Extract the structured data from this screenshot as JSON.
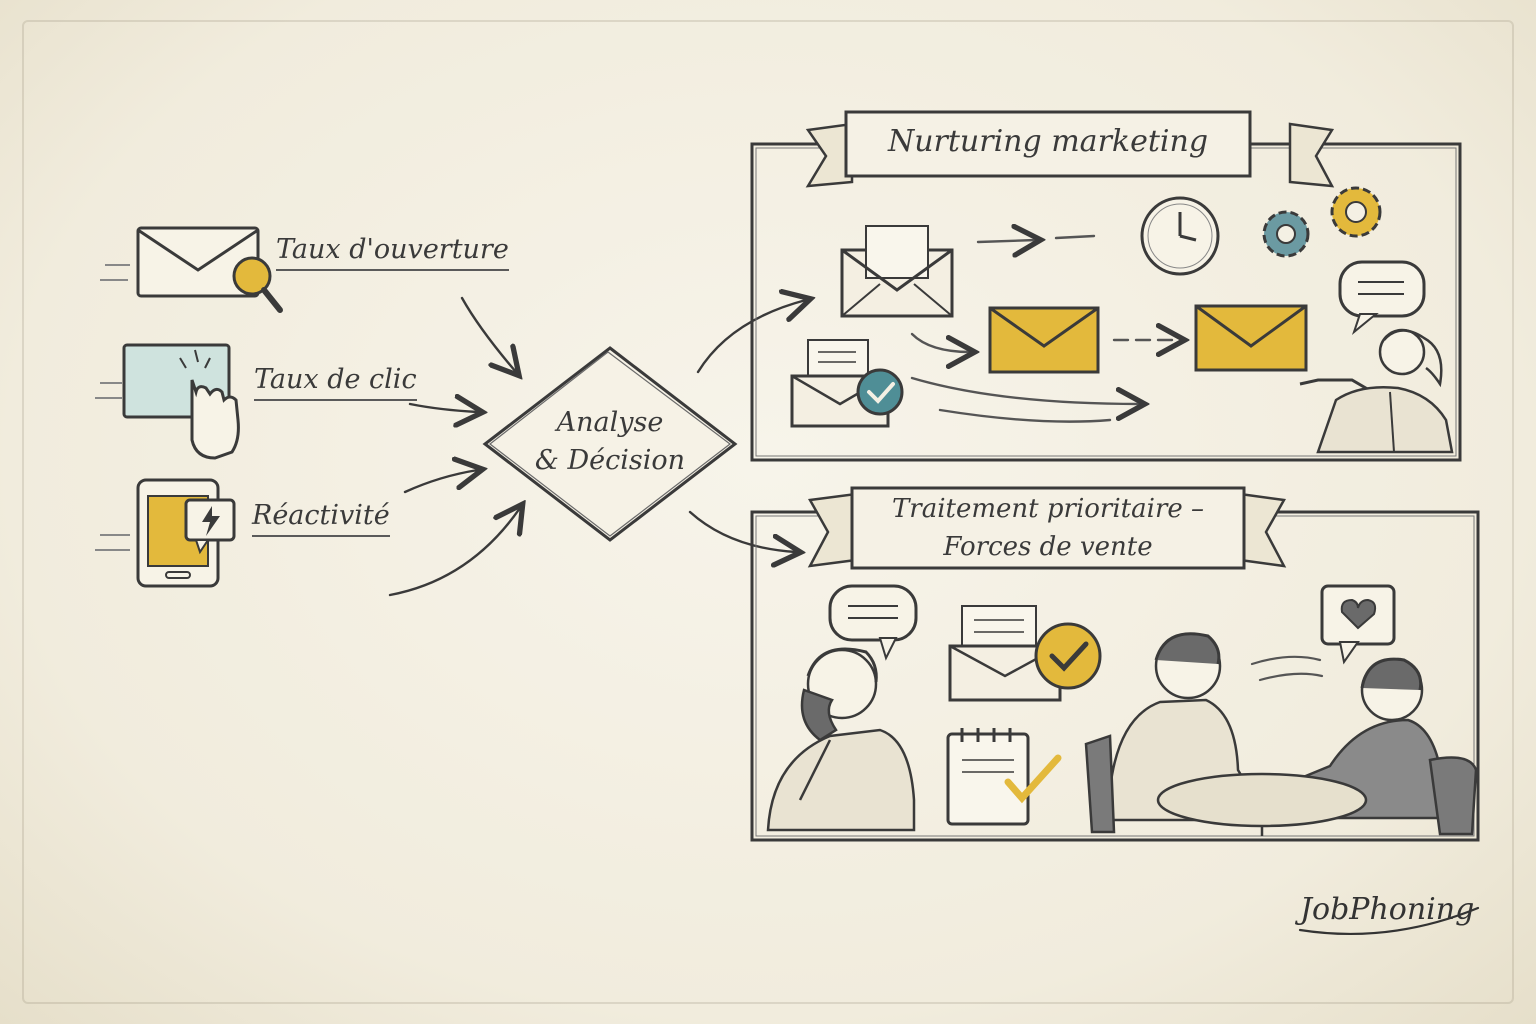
{
  "metrics": [
    {
      "label": "Taux d'ouverture",
      "icon": "envelope-magnifier-icon"
    },
    {
      "label": "Taux de clic",
      "icon": "screen-click-icon"
    },
    {
      "label": "Réactivité",
      "icon": "phone-alert-icon"
    }
  ],
  "decision": {
    "line1": "Analyse",
    "line2": "& Décision"
  },
  "branches": {
    "nurturing": {
      "title": "Nurturing marketing"
    },
    "priority": {
      "line1": "Traitement prioritaire –",
      "line2": "Forces de vente"
    }
  },
  "brand": {
    "logo": "JobPhoning"
  },
  "colors": {
    "accent_yellow": "#e3b93c",
    "accent_teal": "#4f8e96",
    "ink": "#3a3a3a",
    "paper": "#f4f0e4"
  }
}
